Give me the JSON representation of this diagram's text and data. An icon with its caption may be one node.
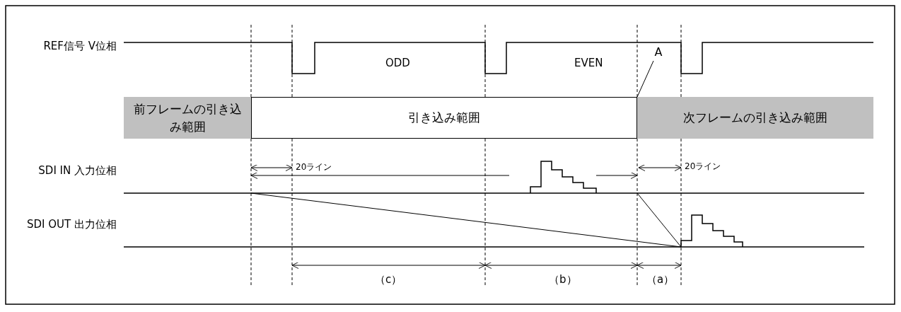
{
  "diagram": {
    "nodes": [
      {
        "text": [
          "前フレームの引き込み範囲"
        ]
      },
      {
        "text": [
          "引き込み範囲"
        ]
      },
      {
        "text": [
          "次フレームの引き込み範囲"
        ]
      },
      {
        "text": [
          "A"
        ]
      }
    ],
    "edges": [
      {
        "from": 3,
        "to": 1,
        "arrow": "none"
      }
    ],
    "labels": [
      "REF信号 V位相",
      "ODD",
      "EVEN",
      "SDI IN 入力位相",
      "20ライン",
      "20ライン",
      "SDI OUT 出力位相",
      "（c）",
      "（b）",
      "（a）"
    ]
  }
}
